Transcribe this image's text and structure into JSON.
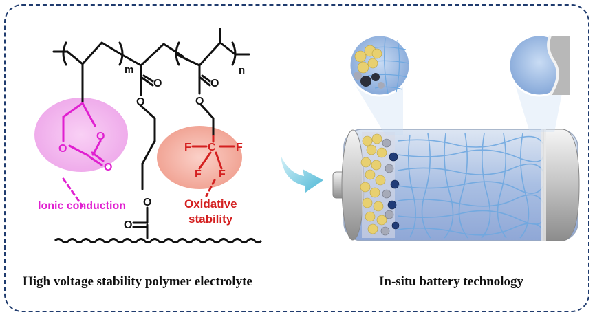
{
  "left_panel": {
    "caption": "High voltage stability polymer electrolyte",
    "subscript_m": "m",
    "subscript_n": "n",
    "atoms": {
      "o": "O",
      "c": "C",
      "f": "F"
    },
    "ionic_label": "Ionic conduction",
    "oxidative_label_line1": "Oxidative",
    "oxidative_label_line2": "stability",
    "colors": {
      "ionic": "#e020d0",
      "ionic_bg": "#f4b8f0",
      "oxidative": "#d42020",
      "oxidative_bg": "#f5b8b0",
      "backbone": "#111111"
    }
  },
  "right_panel": {
    "caption": "In-situ battery technology",
    "arrow_color": "#5fc4dc",
    "colors": {
      "network": "#6fa8e0",
      "cathode_particles": "#e8d070",
      "anode_particles": "#203c78"
    }
  }
}
